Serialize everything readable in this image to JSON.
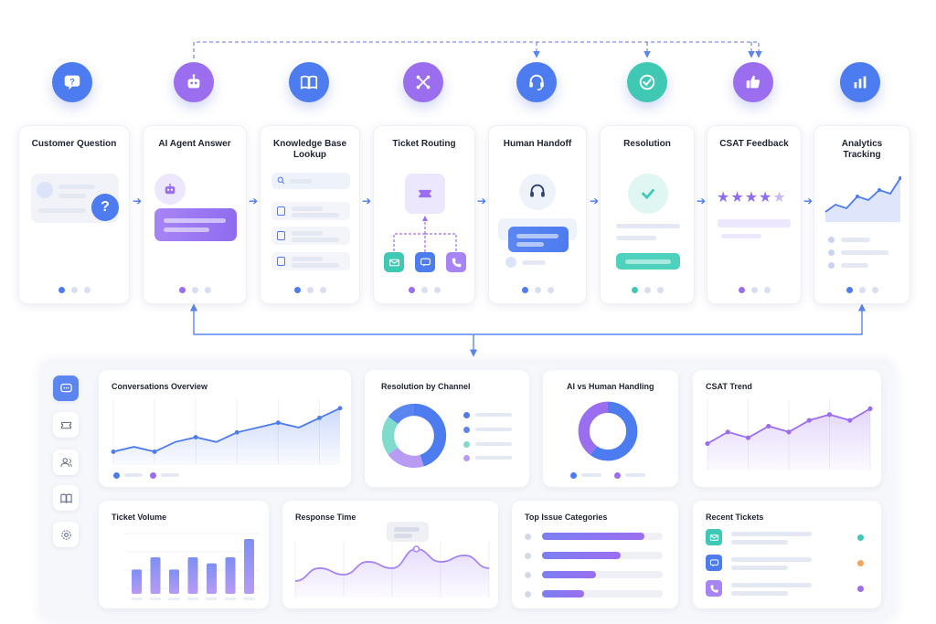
{
  "steps": [
    {
      "title": "Customer Question",
      "icon": "question-chat-icon",
      "color": "#4d7cf0"
    },
    {
      "title": "AI Agent Answer",
      "icon": "robot-icon",
      "color": "#9b6ef0"
    },
    {
      "title": "Knowledge Base Lookup",
      "icon": "open-book-icon",
      "color": "#4d7cf0"
    },
    {
      "title": "Ticket Routing",
      "icon": "routing-icon",
      "color": "#9b6ef0"
    },
    {
      "title": "Human Handoff",
      "icon": "headset-icon",
      "color": "#4d7cf0"
    },
    {
      "title": "Resolution",
      "icon": "check-circle-icon",
      "color": "#3fc9b4"
    },
    {
      "title": "CSAT Feedback",
      "icon": "thumbs-up-icon",
      "color": "#9b6ef0"
    },
    {
      "title": "Analytics Tracking",
      "icon": "bar-chart-icon",
      "color": "#4d7cf0"
    }
  ],
  "dashboard": {
    "panels": {
      "conversations": "Conversations Overview",
      "resolution_channel": "Resolution by Channel",
      "ai_vs_human": "AI vs Human Handling",
      "csat_trend": "CSAT Trend",
      "ticket_volume": "Ticket Volume",
      "response_time": "Response Time",
      "top_issues": "Top Issue Categories",
      "recent_tickets": "Recent Tickets"
    },
    "nav_icons": [
      "chat-icon",
      "ticket-icon",
      "users-icon",
      "book-icon",
      "settings-icon"
    ]
  },
  "colors": {
    "blue": "#4d7cf0",
    "purple": "#9b6ef0",
    "teal": "#3fc9b4",
    "orange": "#f5a45d"
  },
  "chart_data": [
    {
      "type": "line",
      "series": [
        {
          "values": [
            2,
            3,
            2,
            4,
            5,
            4,
            6,
            7,
            8,
            7,
            9,
            11
          ]
        }
      ]
    },
    {
      "type": "pie",
      "values": [
        45,
        20,
        20,
        15
      ]
    },
    {
      "type": "pie",
      "values": [
        60,
        40
      ]
    },
    {
      "type": "line",
      "series": [
        {
          "values": [
            4,
            6,
            5,
            7,
            6,
            8,
            9,
            8,
            10
          ]
        }
      ]
    },
    {
      "type": "bar",
      "values": [
        4,
        6,
        4,
        6,
        5,
        6,
        9
      ]
    },
    {
      "type": "area",
      "series": [
        {
          "values": [
            2,
            4,
            3,
            5,
            4,
            7,
            5,
            6,
            4
          ]
        }
      ]
    },
    {
      "type": "bar",
      "values": [
        0.85,
        0.65,
        0.45,
        0.35
      ]
    }
  ]
}
